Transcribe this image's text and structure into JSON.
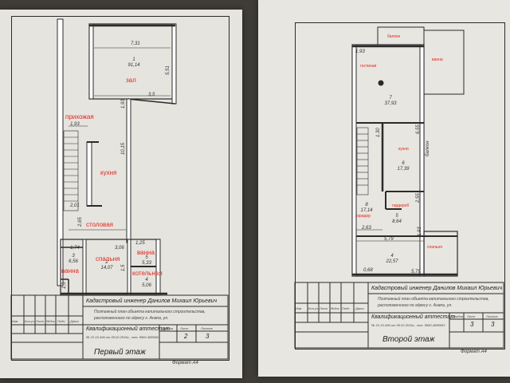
{
  "left_sheet": {
    "labels": {
      "zal": "зал",
      "prikhozhaya": "прихожая",
      "kukhnya": "кухня",
      "stolovaya": "столовая",
      "spalnya": "спальня",
      "vanna_left": "ванна",
      "vanna_right": "ванна",
      "kotelnaya": "котельная"
    },
    "rooms": [
      {
        "num": "1",
        "area": "91,14"
      },
      {
        "num": "2",
        "area": "14,07"
      },
      {
        "num": "3",
        "area": "6,56"
      },
      {
        "num": "4",
        "area": "5,06"
      },
      {
        "num": "5",
        "area": "5,33"
      }
    ],
    "dims": {
      "top": "7,31",
      "hall_right": "5,51",
      "hall_bottom": "3,5",
      "hall_step": "1,93",
      "prikh": "1,93",
      "kitchen_h": "10,15",
      "kitchen_w": "2,01",
      "stair": "2,65",
      "bed_w": "3,06",
      "small_a": "1,74",
      "small_b": "1,5",
      "small_c": "1,25",
      "small_d": "1,5"
    },
    "stamp": {
      "engineer": "Кадастровый инженер Данилов Михаил Юрьевич",
      "desc_line1": "Поэтажный план объекта капитального строительства,",
      "desc_line2": "расположенного по адресу г. Анапа, ул.",
      "attestat": "Квалификационный аттестат",
      "attestat_num": "№ 23-15-496 от 09.02.2015г., тел. 8960-4885063",
      "cols": [
        "Изм",
        "Кол.уч",
        "Лист",
        "№док",
        "Подп",
        "Дата"
      ],
      "stage_head": "Стадия",
      "sheet_head": "Лист",
      "sheets_head": "Листов",
      "sheet_val": "2",
      "sheets_val": "3",
      "floor_title": "Первый этаж",
      "format": "Формат А4"
    }
  },
  "right_sheet": {
    "labels": {
      "balcony_top": "балкон",
      "gostinaya": "гостиная",
      "vanna_top": "ванна",
      "balkon_side": "балкон",
      "kukhnya": "кухня",
      "koridor": "коридор",
      "garderob": "гардероб",
      "spalnya_small": "спальня"
    },
    "rooms": [
      {
        "num": "7",
        "area": "37,93"
      },
      {
        "num": "6",
        "area": "17,39"
      },
      {
        "num": "8",
        "area": "17,14"
      },
      {
        "num": "5",
        "area": "8,64"
      },
      {
        "num": "4",
        "area": "22,57"
      }
    ],
    "dims": {
      "top_left": "1,93",
      "mid_a": "1,30",
      "mid_b": "6,55",
      "mid_c": "2,55",
      "left_x": "2,63",
      "left_y": "1,93",
      "w_bottom": "5,79",
      "w_bottom2": "5,79",
      "corner": "0,68"
    },
    "stamp": {
      "engineer": "Кадастровый инженер Данилов Михаил Юрьевич",
      "desc_line1": "Поэтажный план объекта капитального строительства,",
      "desc_line2": "расположенного по адресу г. Анапа, ул.",
      "attestat": "Квалификационный аттестат",
      "attestat_num": "№ 23-15-496 от 09.02.2015г., тел. 8960-4885063",
      "cols": [
        "Изм",
        "Кол.уч",
        "Лист",
        "№док",
        "Подп",
        "Дата"
      ],
      "stage_head": "Стадия",
      "sheet_head": "Лист",
      "sheets_head": "Листов",
      "sheet_val": "3",
      "sheets_val": "3",
      "floor_title": "Второй этаж",
      "format": "Формат А4"
    }
  },
  "colors": {
    "ink": "#2b2b2b",
    "red_label": "#e0251e",
    "paper": "#e8e6e0",
    "background": "#3f3c37"
  }
}
